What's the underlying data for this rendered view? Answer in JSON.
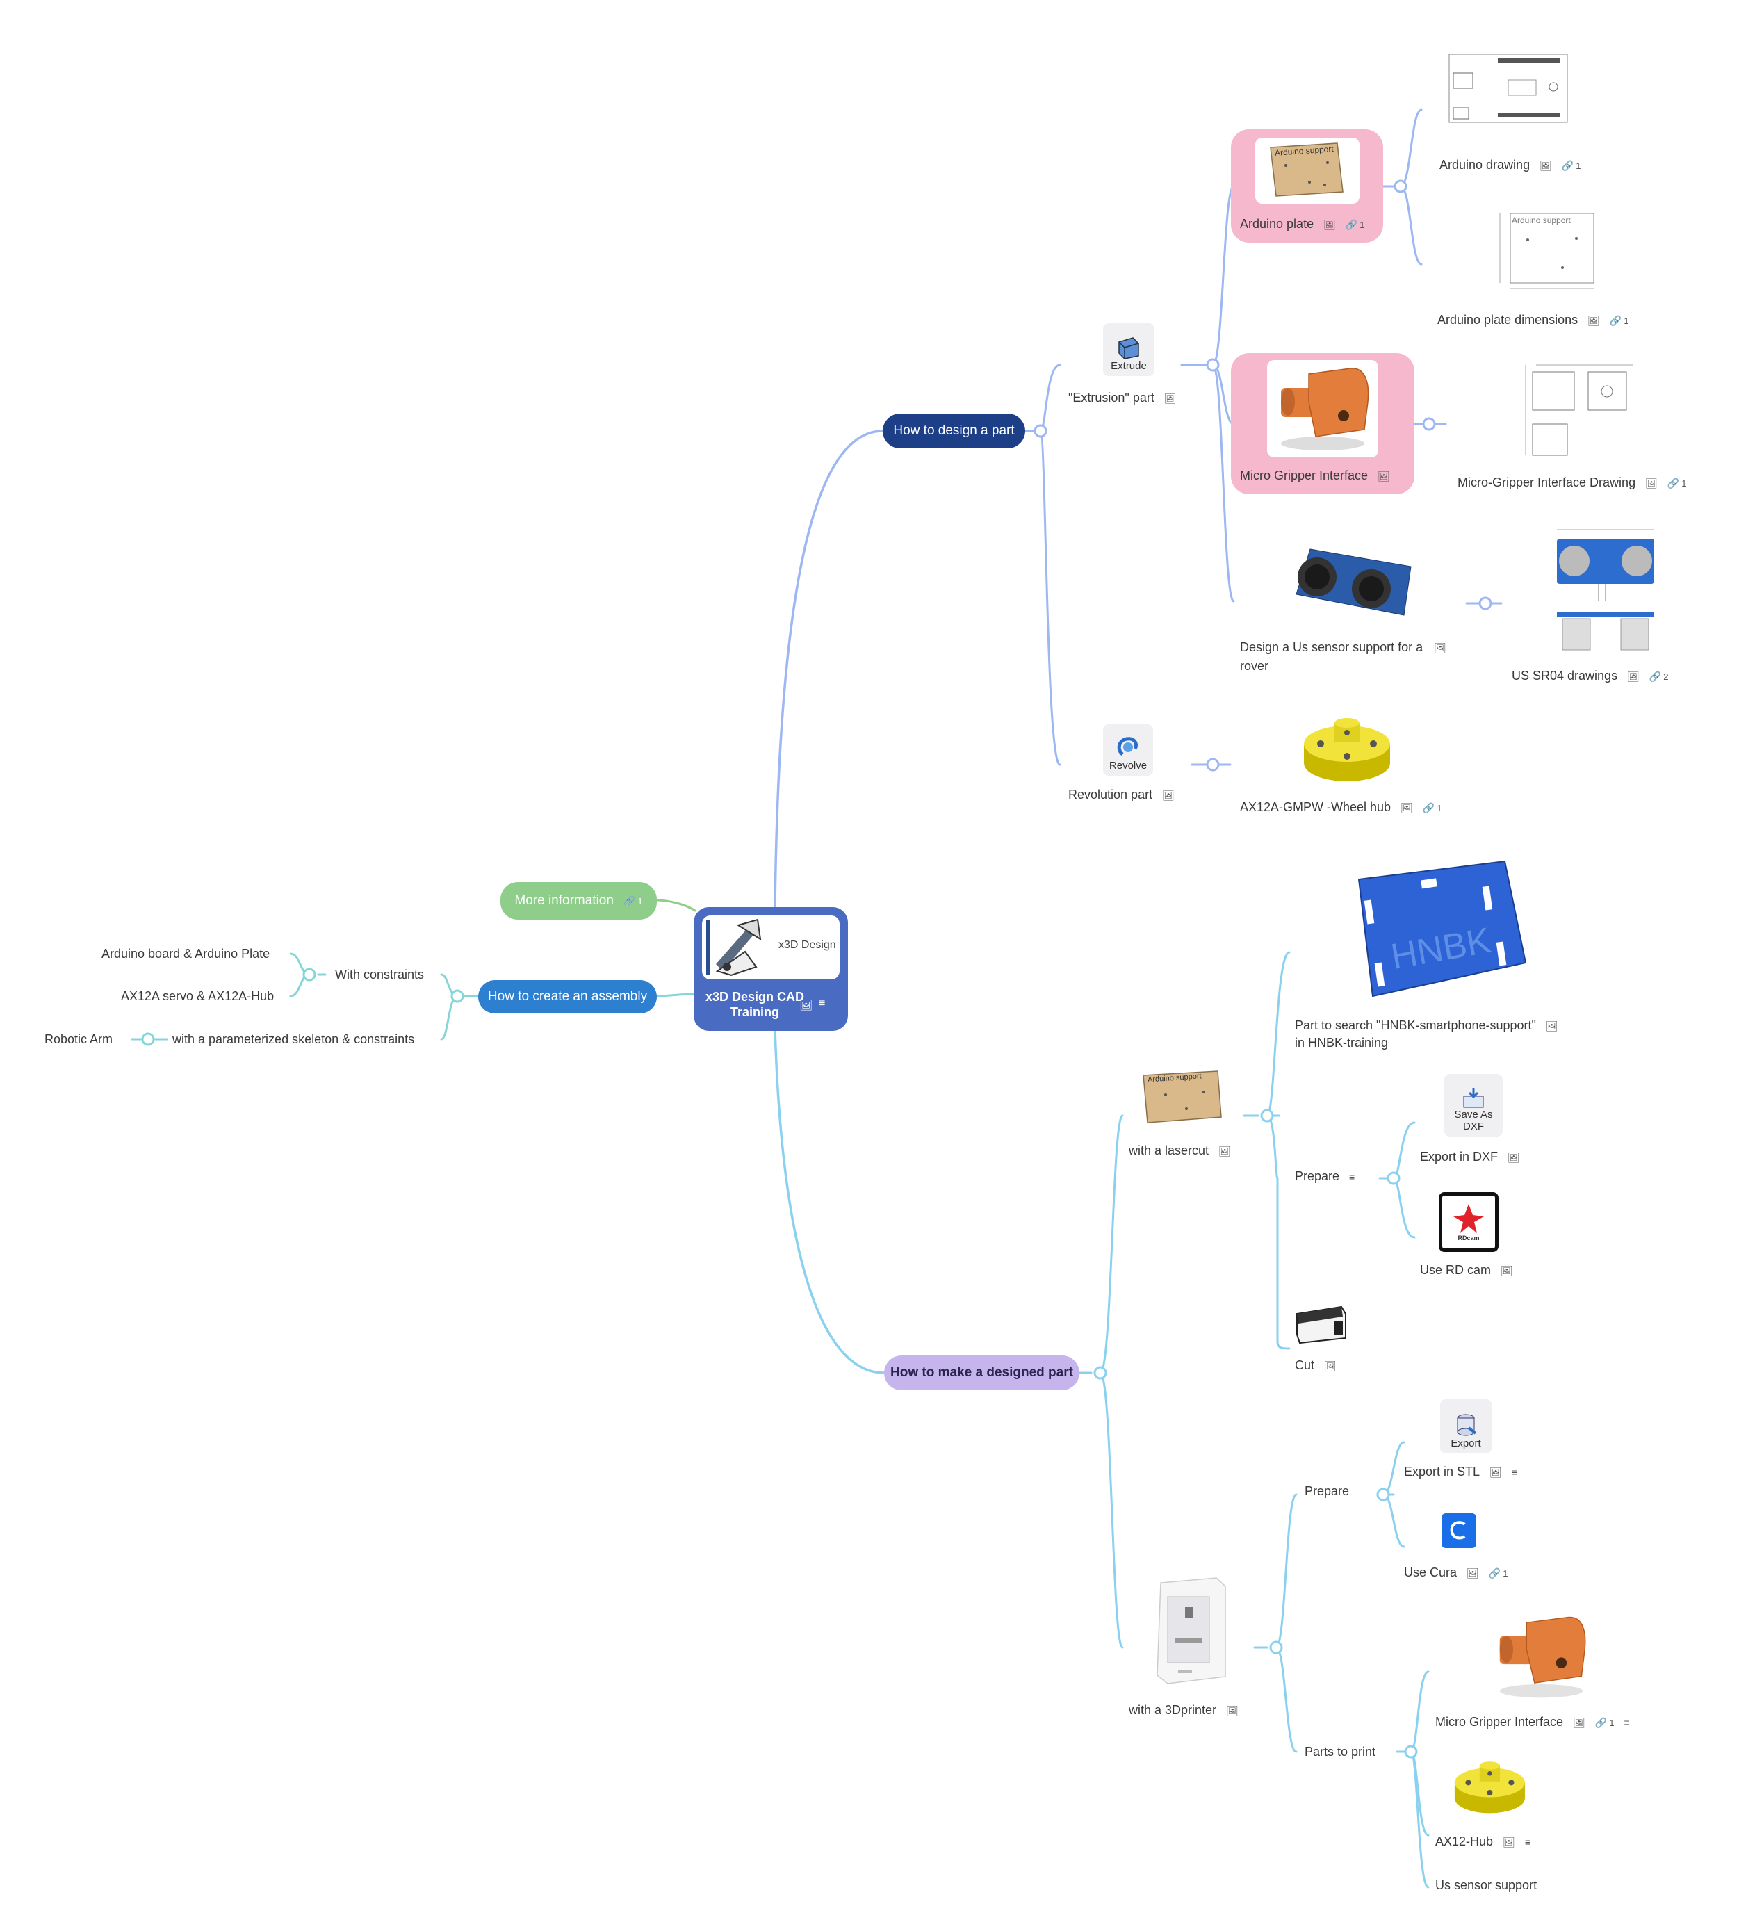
{
  "center": {
    "title": "x3D Design CAD Training",
    "thumb_label": "x3D Design"
  },
  "left": {
    "more_info": {
      "label": "More information",
      "links": "1"
    },
    "assembly": {
      "label": "How to create an assembly"
    },
    "with_constraints": {
      "label": "With constraints"
    },
    "arduino_board": {
      "label": "Arduino board & Arduino Plate"
    },
    "ax12a_servo": {
      "label": "AX12A servo & AX12A-Hub"
    },
    "param_skeleton": {
      "label": "with a parameterized skeleton & constraints"
    },
    "robotic_arm": {
      "label": "Robotic Arm"
    }
  },
  "design": {
    "label": "How to design a part",
    "extrusion": {
      "label": "\"Extrusion\" part",
      "icon_label": "Extrude"
    },
    "arduino_plate": {
      "label": "Arduino plate",
      "links": "1",
      "image_text": "Arduino support"
    },
    "arduino_drawing": {
      "label": "Arduino drawing",
      "links": "1"
    },
    "arduino_dims": {
      "label": "Arduino plate dimensions",
      "links": "1",
      "image_text": "Arduino support"
    },
    "micro_gripper": {
      "label": "Micro Gripper Interface"
    },
    "micro_gripper_drawing": {
      "label": "Micro-Gripper Interface Drawing",
      "links": "1"
    },
    "us_sensor": {
      "label_line1": "Design a Us sensor support for a",
      "label_line2": "rover"
    },
    "us_drawings": {
      "label": "US SR04 drawings",
      "links": "2"
    },
    "revolution": {
      "label": "Revolution part",
      "icon_label": "Revolve"
    },
    "wheel_hub": {
      "label": "AX12A-GMPW -Wheel hub",
      "links": "1"
    }
  },
  "make": {
    "label": "How to make a designed part",
    "lasercut": {
      "label": "with a lasercut",
      "image_text": "Arduino support"
    },
    "part_search": {
      "label_line1": "Part to search \"HNBK-smartphone-support\"",
      "label_line2": "in HNBK-training",
      "image_text": "HNBK"
    },
    "prepare_laser": {
      "label": "Prepare"
    },
    "export_dxf": {
      "label": "Export in DXF",
      "icon_label_line1": "Save As",
      "icon_label_line2": "DXF"
    },
    "rd_cam": {
      "label": "Use RD cam",
      "icon_text": "RDcam"
    },
    "cut": {
      "label": "Cut"
    },
    "printer": {
      "label": "with a 3Dprinter"
    },
    "prepare_print": {
      "label": "Prepare"
    },
    "export_stl": {
      "label": "Export in STL",
      "icon_label": "Export"
    },
    "cura": {
      "label": "Use Cura",
      "links": "1"
    },
    "parts_to_print": {
      "label": "Parts to print"
    },
    "print_gripper": {
      "label": "Micro Gripper Interface",
      "links": "1"
    },
    "ax12_hub": {
      "label": "AX12-Hub"
    },
    "us_support": {
      "label": "Us sensor support"
    }
  },
  "colors": {
    "design_branch": "#9db7f2",
    "design_pill": "#1d3f87",
    "make_branch": "#89d1ee",
    "make_pill": "#c6b4ec",
    "assembly_branch": "#84d6d8",
    "assembly_pill": "#2d7fd0",
    "info_pill": "#8fce8a",
    "center_box": "#4a6bc2",
    "highlight": "#f6b8cd"
  }
}
